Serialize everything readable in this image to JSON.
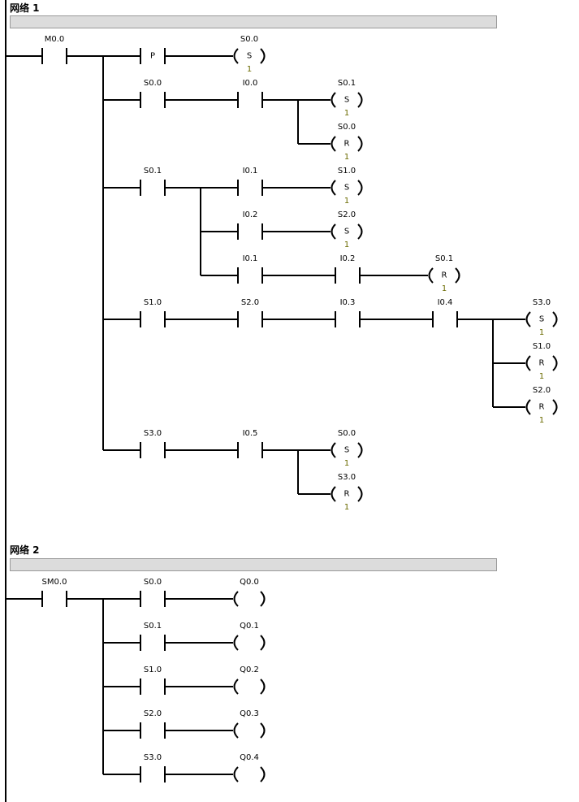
{
  "networks": [
    {
      "title": "网络 1",
      "elements": [
        {
          "type": "contact",
          "label": "M0.0"
        },
        {
          "type": "contact",
          "label": "P",
          "inner": "P"
        },
        {
          "type": "coil",
          "label": "S0.0",
          "op": "S",
          "n": "1"
        },
        {
          "type": "contact",
          "label": "S0.0"
        },
        {
          "type": "contact",
          "label": "I0.0"
        },
        {
          "type": "coil",
          "label": "S0.1",
          "op": "S",
          "n": "1"
        },
        {
          "type": "coil",
          "label": "S0.0",
          "op": "R",
          "n": "1"
        },
        {
          "type": "contact",
          "label": "S0.1"
        },
        {
          "type": "contact",
          "label": "I0.1"
        },
        {
          "type": "coil",
          "label": "S1.0",
          "op": "S",
          "n": "1"
        },
        {
          "type": "contact",
          "label": "I0.2"
        },
        {
          "type": "coil",
          "label": "S2.0",
          "op": "S",
          "n": "1"
        },
        {
          "type": "contact",
          "label": "I0.1"
        },
        {
          "type": "contact",
          "label": "I0.2"
        },
        {
          "type": "coil",
          "label": "S0.1",
          "op": "R",
          "n": "1"
        },
        {
          "type": "contact",
          "label": "S1.0"
        },
        {
          "type": "contact",
          "label": "S2.0"
        },
        {
          "type": "contact",
          "label": "I0.3"
        },
        {
          "type": "contact",
          "label": "I0.4"
        },
        {
          "type": "coil",
          "label": "S3.0",
          "op": "S",
          "n": "1"
        },
        {
          "type": "coil",
          "label": "S1.0",
          "op": "R",
          "n": "1"
        },
        {
          "type": "coil",
          "label": "S2.0",
          "op": "R",
          "n": "1"
        },
        {
          "type": "contact",
          "label": "S3.0"
        },
        {
          "type": "contact",
          "label": "I0.5"
        },
        {
          "type": "coil",
          "label": "S0.0",
          "op": "S",
          "n": "1"
        },
        {
          "type": "coil",
          "label": "S3.0",
          "op": "R",
          "n": "1"
        }
      ]
    },
    {
      "title": "网络 2",
      "elements": [
        {
          "type": "contact",
          "label": "SM0.0"
        },
        {
          "type": "contact",
          "label": "S0.0"
        },
        {
          "type": "coil",
          "label": "Q0.0"
        },
        {
          "type": "contact",
          "label": "S0.1"
        },
        {
          "type": "coil",
          "label": "Q0.1"
        },
        {
          "type": "contact",
          "label": "S1.0"
        },
        {
          "type": "coil",
          "label": "Q0.2"
        },
        {
          "type": "contact",
          "label": "S2.0"
        },
        {
          "type": "coil",
          "label": "Q0.3"
        },
        {
          "type": "contact",
          "label": "S3.0"
        },
        {
          "type": "coil",
          "label": "Q0.4"
        }
      ]
    }
  ]
}
